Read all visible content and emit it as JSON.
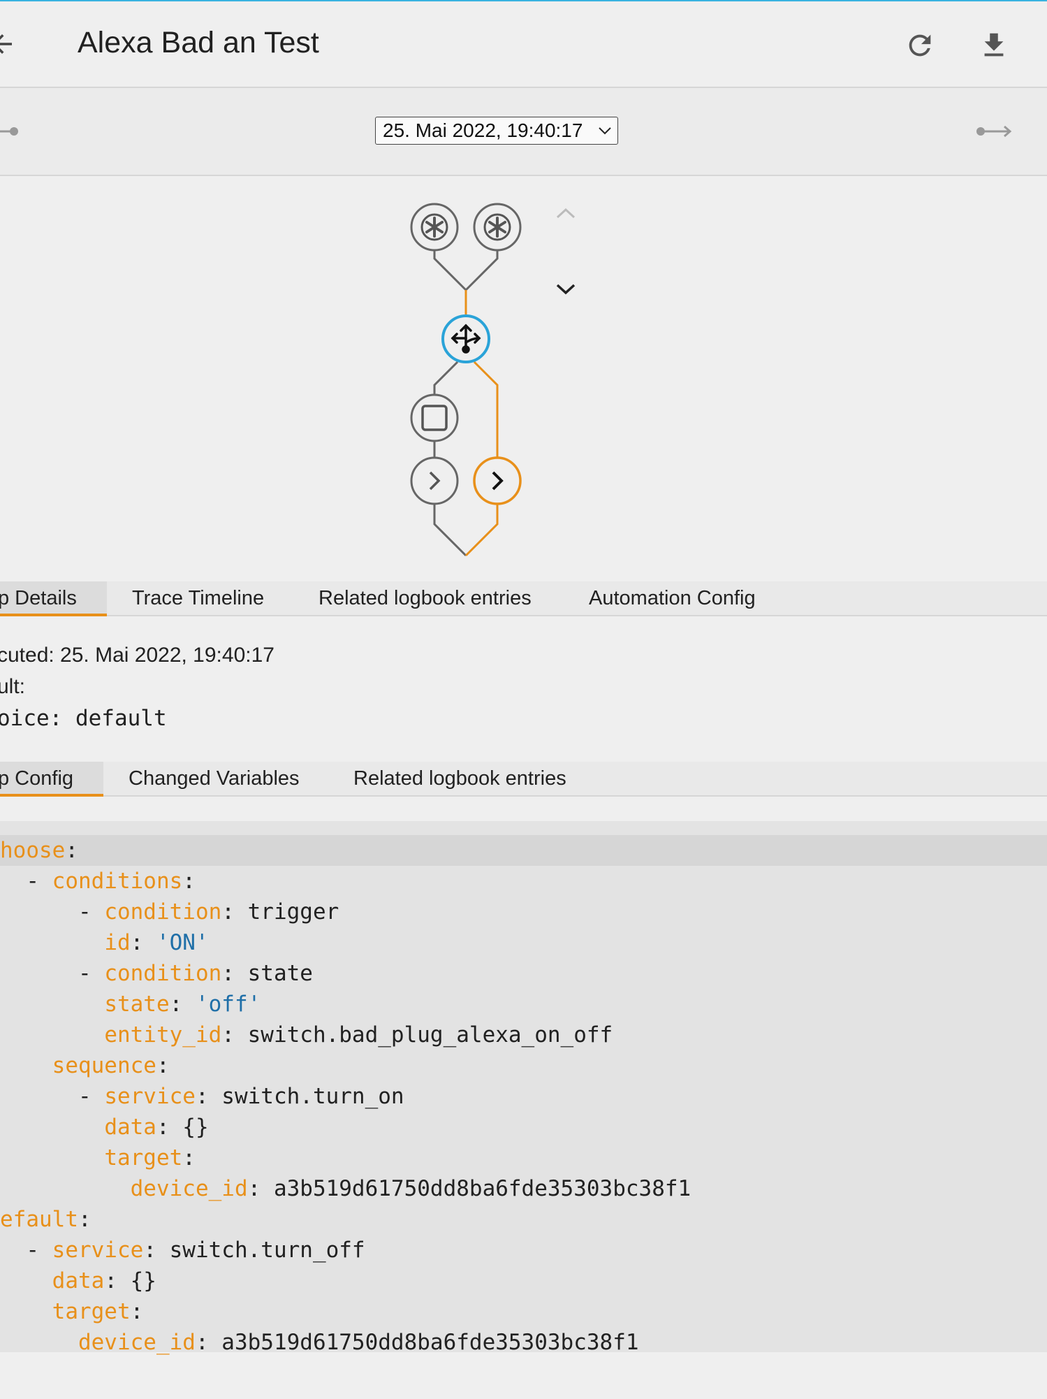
{
  "header": {
    "title": "Alexa Bad an Test",
    "back_icon": "arrow-left-icon",
    "refresh_icon": "refresh-icon",
    "download_icon": "download-icon"
  },
  "nav": {
    "selected_trace": "25. Mai 2022, 19:40:17",
    "prev_icon": "skip-previous-icon",
    "next_icon": "skip-next-icon"
  },
  "graph": {
    "nodes": [
      {
        "name": "trigger-node-1",
        "icon": "asterisk-icon",
        "state": "inactive"
      },
      {
        "name": "trigger-node-2",
        "icon": "asterisk-icon",
        "state": "inactive"
      },
      {
        "name": "choose-node",
        "icon": "call-split-icon",
        "state": "selected"
      },
      {
        "name": "condition-node",
        "icon": "stop-icon",
        "state": "inactive"
      },
      {
        "name": "action-node-1",
        "icon": "chevron-right-icon",
        "state": "inactive"
      },
      {
        "name": "action-node-2",
        "icon": "chevron-right-icon",
        "state": "active"
      }
    ],
    "colors": {
      "active": "#e8901a",
      "inactive": "#666666",
      "selected": "#2aa3d8"
    },
    "up_icon": "chevron-up-icon",
    "down_icon": "chevron-down-icon"
  },
  "tabs_top": [
    {
      "label": "p Details",
      "active": true
    },
    {
      "label": "Trace Timeline",
      "active": false
    },
    {
      "label": "Related logbook entries",
      "active": false
    },
    {
      "label": "Automation Config",
      "active": false
    }
  ],
  "details": {
    "executed": "cuted: 25. Mai 2022, 19:40:17",
    "result": "ult:",
    "choice": "oice: default"
  },
  "tabs_bottom": [
    {
      "label": "p Config",
      "active": true
    },
    {
      "label": "Changed Variables",
      "active": false
    },
    {
      "label": "Related logbook entries",
      "active": false
    }
  ],
  "code": [
    {
      "indent": "",
      "key": "hoose",
      "sep": ":",
      "value": "",
      "vtype": "plain"
    },
    {
      "indent": "  - ",
      "key": "conditions",
      "sep": ":",
      "value": "",
      "vtype": "plain"
    },
    {
      "indent": "      - ",
      "key": "condition",
      "sep": ": ",
      "value": "trigger",
      "vtype": "plain"
    },
    {
      "indent": "        ",
      "key": "id",
      "sep": ": ",
      "value": "'ON'",
      "vtype": "string"
    },
    {
      "indent": "      - ",
      "key": "condition",
      "sep": ": ",
      "value": "state",
      "vtype": "plain"
    },
    {
      "indent": "        ",
      "key": "state",
      "sep": ": ",
      "value": "'off'",
      "vtype": "string"
    },
    {
      "indent": "        ",
      "key": "entity_id",
      "sep": ": ",
      "value": "switch.bad_plug_alexa_on_off",
      "vtype": "plain"
    },
    {
      "indent": "    ",
      "key": "sequence",
      "sep": ":",
      "value": "",
      "vtype": "plain"
    },
    {
      "indent": "      - ",
      "key": "service",
      "sep": ": ",
      "value": "switch.turn_on",
      "vtype": "plain"
    },
    {
      "indent": "        ",
      "key": "data",
      "sep": ": ",
      "value": "{}",
      "vtype": "plain"
    },
    {
      "indent": "        ",
      "key": "target",
      "sep": ":",
      "value": "",
      "vtype": "plain"
    },
    {
      "indent": "          ",
      "key": "device_id",
      "sep": ": ",
      "value": "a3b519d61750dd8ba6fde35303bc38f1",
      "vtype": "plain"
    },
    {
      "indent": "",
      "key": "efault",
      "sep": ":",
      "value": "",
      "vtype": "plain"
    },
    {
      "indent": "  - ",
      "key": "service",
      "sep": ": ",
      "value": "switch.turn_off",
      "vtype": "plain"
    },
    {
      "indent": "    ",
      "key": "data",
      "sep": ": ",
      "value": "{}",
      "vtype": "plain"
    },
    {
      "indent": "    ",
      "key": "target",
      "sep": ":",
      "value": "",
      "vtype": "plain"
    },
    {
      "indent": "      ",
      "key": "device_id",
      "sep": ": ",
      "value": "a3b519d61750dd8ba6fde35303bc38f1",
      "vtype": "plain"
    }
  ]
}
